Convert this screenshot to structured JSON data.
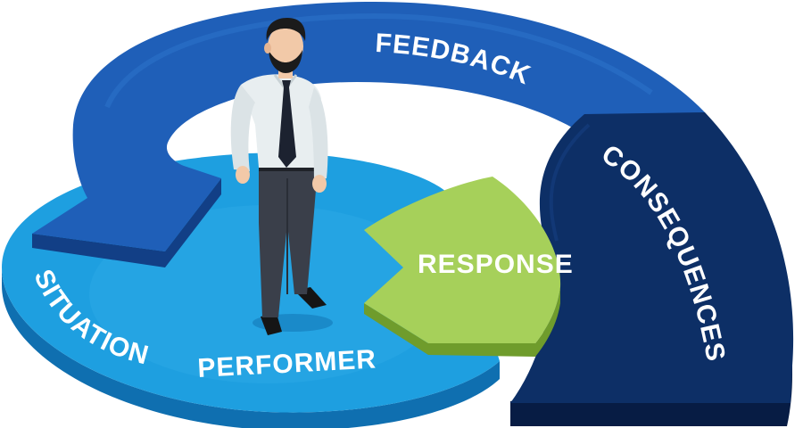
{
  "diagram": {
    "labels": {
      "feedback": "FEEDBACK",
      "consequences": "CONSEQUENCES",
      "response": "RESPONSE",
      "situation": "SITUATION",
      "performer": "PERFORMER"
    },
    "colors": {
      "disc_top": "#1e9fe0",
      "disc_side": "#0f6fb0",
      "feedback_top": "#1f5fb8",
      "feedback_side": "#123f86",
      "consequences_top": "#0d2f66",
      "consequences_side": "#071c44",
      "response_top": "#a6d05a",
      "response_side": "#6f9c2c",
      "text": "#ffffff"
    },
    "figure": {
      "name": "performer-businessman",
      "shirt": "#e8eef0",
      "trousers": "#3a3f4a",
      "tie": "#1c2230",
      "skin": "#f2c9a8",
      "hair": "#1b1b1b"
    }
  }
}
